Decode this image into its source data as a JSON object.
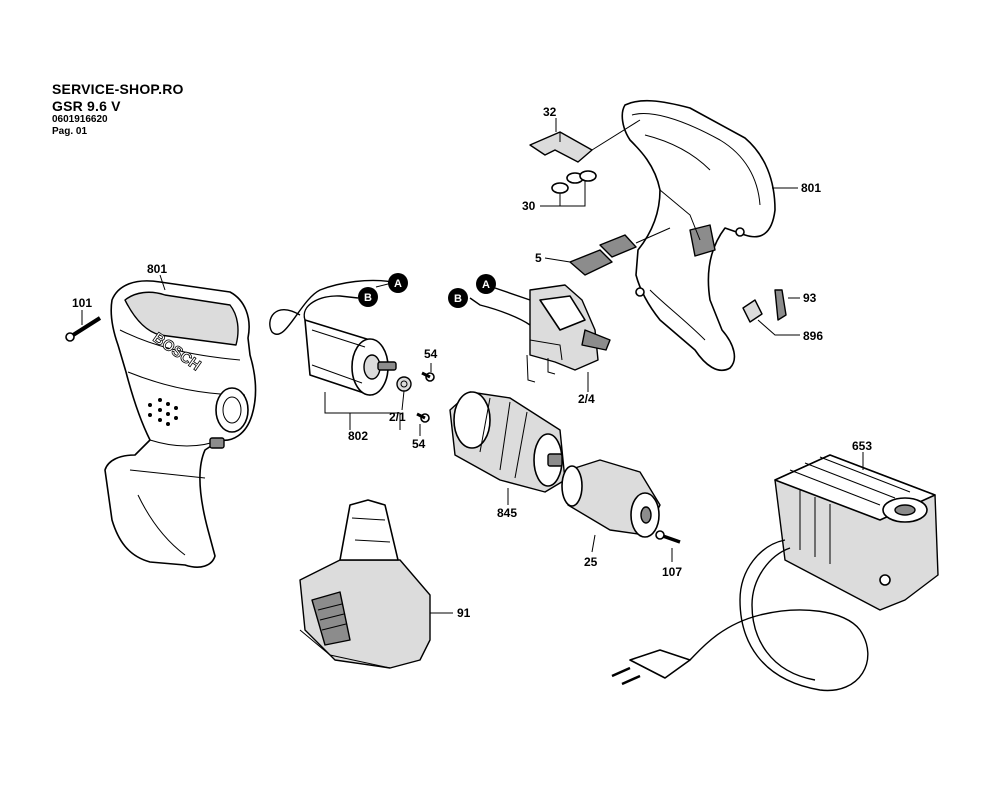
{
  "header": {
    "shop": "SERVICE-SHOP.RO",
    "model": "GSR 9.6 V",
    "part_number": "0601916620",
    "page": "Pag. 01"
  },
  "drill_body": {
    "brand": "BOSCH"
  },
  "callouts": {
    "housing_left": "801",
    "housing_right": "801",
    "screw_101": "101",
    "clip_32": "32",
    "pads_30": "30",
    "slider_5": "5",
    "clip_93": "93",
    "clip_896": "896",
    "motor_802": "802",
    "screw_54_top": "54",
    "screw_54_bottom": "54",
    "pinion_2_1": "2/1",
    "switch_2_4": "2/4",
    "gearbox_845": "845",
    "chuck_25": "25",
    "screw_107": "107",
    "battery_91": "91",
    "charger_653": "653"
  },
  "markers": {
    "motor_a": "A",
    "motor_b": "B",
    "switch_a": "A",
    "switch_b": "B"
  }
}
